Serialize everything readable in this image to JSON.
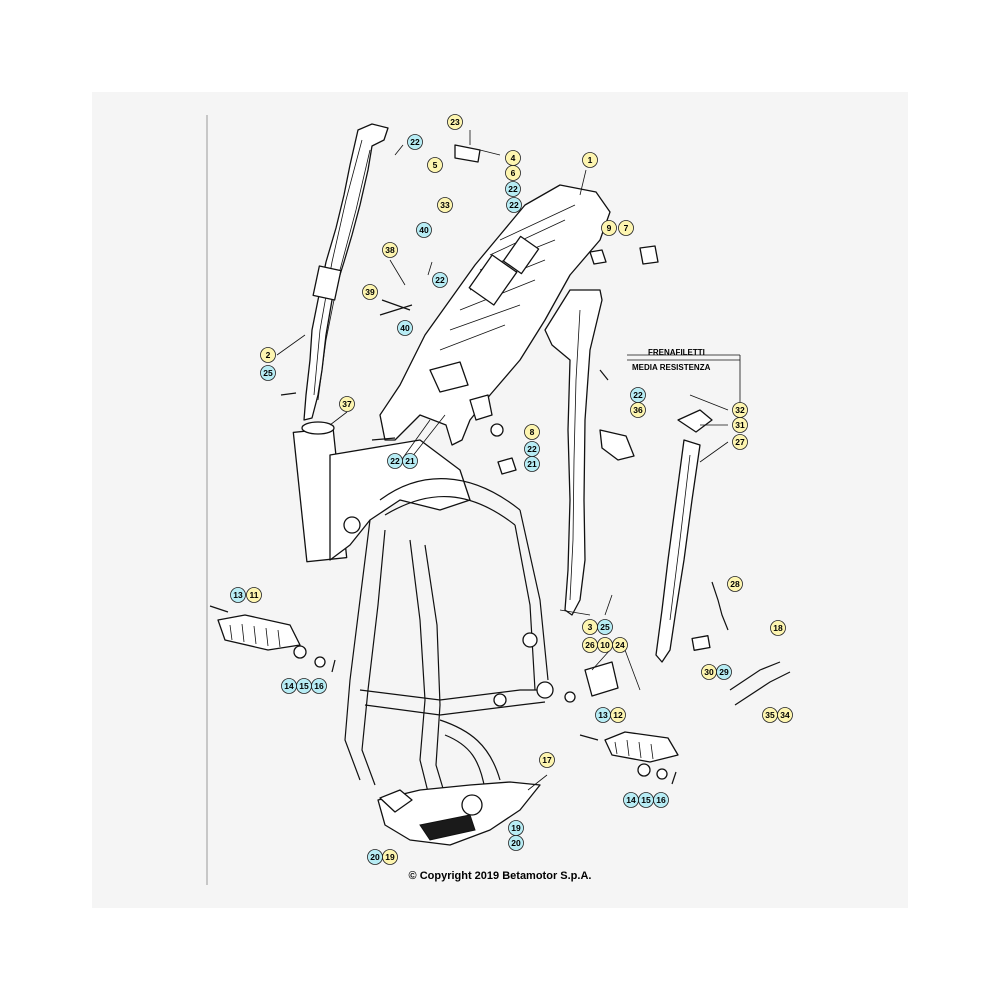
{
  "diagram": {
    "callout_note_line1": "FRENAFILETTI",
    "callout_note_line2": "MEDIA RESISTENZA",
    "copyright": "© Copyright 2019 Betamotor S.p.A.",
    "colors": {
      "badge_yellow": "#fdf5b0",
      "badge_blue": "#b7ecf4",
      "sheet_background": "#f5f5f5"
    },
    "labels": [
      {
        "n": "23",
        "color": "yellow"
      },
      {
        "n": "22",
        "color": "blue"
      },
      {
        "n": "4",
        "color": "yellow"
      },
      {
        "n": "5",
        "color": "yellow"
      },
      {
        "n": "6",
        "color": "yellow"
      },
      {
        "n": "1",
        "color": "yellow"
      },
      {
        "n": "22",
        "color": "blue"
      },
      {
        "n": "33",
        "color": "yellow"
      },
      {
        "n": "22",
        "color": "blue"
      },
      {
        "n": "40",
        "color": "blue"
      },
      {
        "n": "9",
        "color": "yellow"
      },
      {
        "n": "7",
        "color": "yellow"
      },
      {
        "n": "38",
        "color": "yellow"
      },
      {
        "n": "22",
        "color": "blue"
      },
      {
        "n": "39",
        "color": "yellow"
      },
      {
        "n": "40",
        "color": "blue"
      },
      {
        "n": "2",
        "color": "yellow"
      },
      {
        "n": "25",
        "color": "blue"
      },
      {
        "n": "37",
        "color": "yellow"
      },
      {
        "n": "22",
        "color": "blue"
      },
      {
        "n": "36",
        "color": "yellow"
      },
      {
        "n": "32",
        "color": "yellow"
      },
      {
        "n": "31",
        "color": "yellow"
      },
      {
        "n": "27",
        "color": "yellow"
      },
      {
        "n": "8",
        "color": "yellow"
      },
      {
        "n": "22",
        "color": "blue"
      },
      {
        "n": "21",
        "color": "blue"
      },
      {
        "n": "22",
        "color": "blue"
      },
      {
        "n": "21",
        "color": "blue"
      },
      {
        "n": "13",
        "color": "blue"
      },
      {
        "n": "11",
        "color": "yellow"
      },
      {
        "n": "28",
        "color": "yellow"
      },
      {
        "n": "3",
        "color": "yellow"
      },
      {
        "n": "25",
        "color": "blue"
      },
      {
        "n": "26",
        "color": "yellow"
      },
      {
        "n": "10",
        "color": "yellow"
      },
      {
        "n": "24",
        "color": "yellow"
      },
      {
        "n": "18",
        "color": "yellow"
      },
      {
        "n": "14",
        "color": "blue"
      },
      {
        "n": "15",
        "color": "blue"
      },
      {
        "n": "16",
        "color": "blue"
      },
      {
        "n": "30",
        "color": "yellow"
      },
      {
        "n": "29",
        "color": "blue"
      },
      {
        "n": "13",
        "color": "blue"
      },
      {
        "n": "12",
        "color": "yellow"
      },
      {
        "n": "35",
        "color": "yellow"
      },
      {
        "n": "34",
        "color": "yellow"
      },
      {
        "n": "17",
        "color": "yellow"
      },
      {
        "n": "14",
        "color": "blue"
      },
      {
        "n": "15",
        "color": "blue"
      },
      {
        "n": "16",
        "color": "blue"
      },
      {
        "n": "19",
        "color": "blue"
      },
      {
        "n": "20",
        "color": "blue"
      },
      {
        "n": "20",
        "color": "blue"
      },
      {
        "n": "19",
        "color": "yellow"
      }
    ]
  }
}
